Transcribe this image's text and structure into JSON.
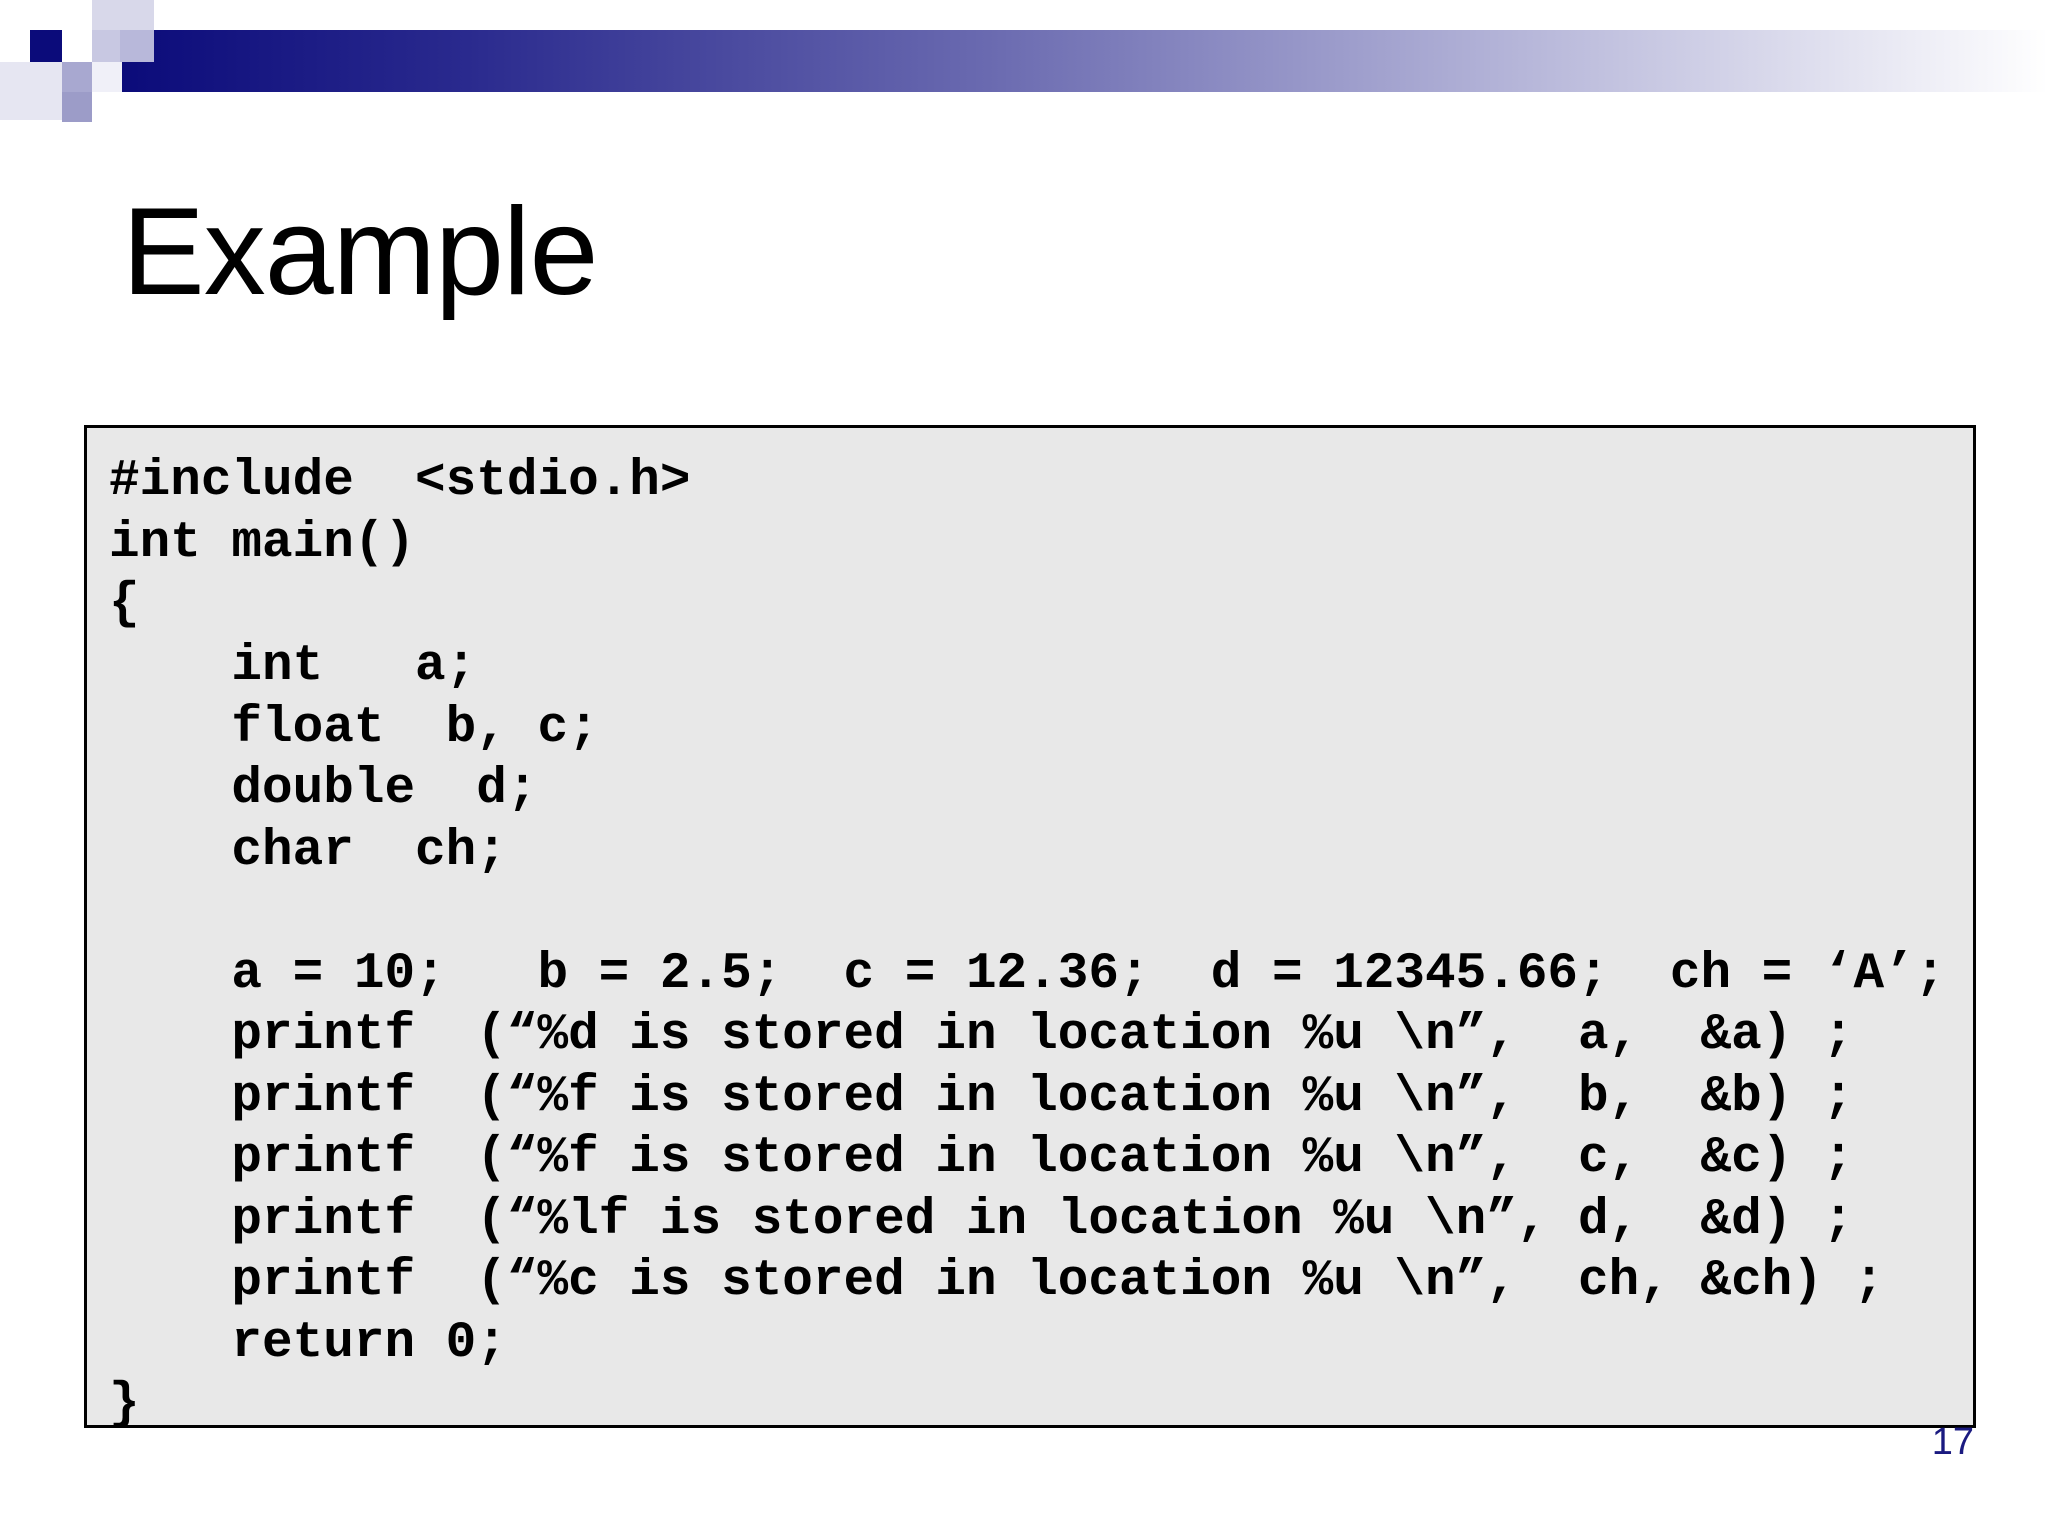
{
  "slide": {
    "title": "Example",
    "page_number": "17"
  },
  "code": {
    "lines": [
      "#include  <stdio.h>",
      "int main()",
      "{",
      "    int   a;",
      "    float  b, c;",
      "    double  d;",
      "    char  ch;",
      "",
      "    a = 10;   b = 2.5;  c = 12.36;  d = 12345.66;  ch = ‘A’;",
      "    printf  (“%d is stored in location %u \\n”,  a,  &a) ;",
      "    printf  (“%f is stored in location %u \\n”,  b,  &b) ;",
      "    printf  (“%f is stored in location %u \\n”,  c,  &c) ;",
      "    printf  (“%lf is stored in location %u \\n”, d,  &d) ;",
      "    printf  (“%c is stored in location %u \\n”,  ch, &ch) ;",
      "    return 0;",
      "}"
    ]
  },
  "colors": {
    "header_dark": "#0b0b7a",
    "code_background": "#e8e8e8",
    "page_number": "#1a1a80"
  }
}
